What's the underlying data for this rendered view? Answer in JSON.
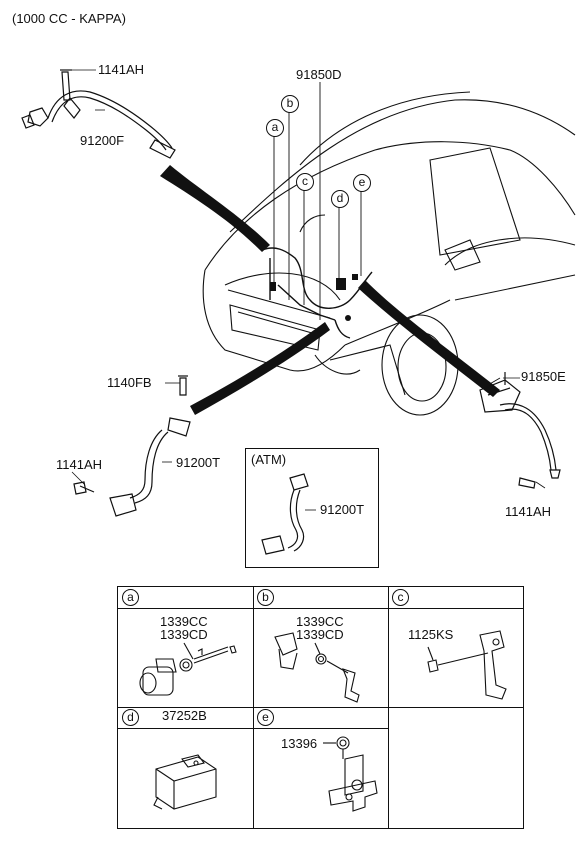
{
  "variant_title": "(1000 CC - KAPPA)",
  "parts": {
    "p1141AH_top": "1141AH",
    "p91200F": "91200F",
    "p91850D": "91850D",
    "p91850E": "91850E",
    "p1141AH_right": "1141AH",
    "p1140FB": "1140FB",
    "p1141AH_left": "1141AH",
    "p91200T_main": "91200T",
    "p91200T_atm": "91200T"
  },
  "callouts": [
    "a",
    "b",
    "c",
    "d",
    "e"
  ],
  "atm_box": {
    "title": "(ATM)"
  },
  "detail_table": {
    "cells": [
      {
        "key": "a",
        "labels": [
          "1339CC",
          "1339CD"
        ]
      },
      {
        "key": "b",
        "labels": [
          "1339CC",
          "1339CD"
        ]
      },
      {
        "key": "c",
        "labels": [
          "1125KS"
        ]
      },
      {
        "key": "d",
        "labels": [
          "37252B"
        ]
      },
      {
        "key": "e",
        "labels": [
          "13396"
        ]
      }
    ]
  }
}
